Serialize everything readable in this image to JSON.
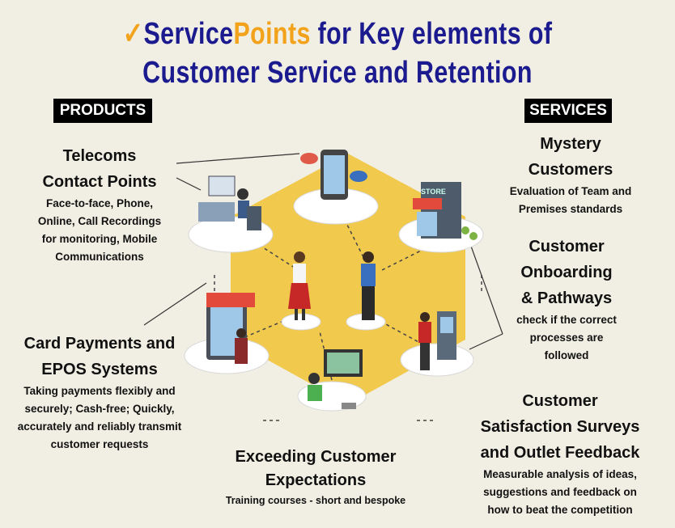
{
  "title": {
    "check": "✓",
    "brand_part1": "Service",
    "brand_part2": "Points",
    "line1_rest": " for Key elements of",
    "line2": "Customer Service and Retention"
  },
  "products_label": "PRODUCTS",
  "services_label": "SERVICES",
  "products": [
    {
      "heading": [
        "Telecoms",
        "Contact Points"
      ],
      "body": [
        "Face-to-face, Phone,",
        "Online, Call Recordings",
        "for monitoring, Mobile",
        "Communications"
      ]
    },
    {
      "heading": [
        "Card Payments and",
        "EPOS Systems"
      ],
      "body": [
        "Taking payments flexibly and",
        "securely; Cash-free; Quickly,",
        "accurately and reliably transmit",
        "customer requests"
      ]
    }
  ],
  "services": [
    {
      "heading": [
        "Mystery",
        "Customers"
      ],
      "body": [
        "Evaluation of Team and",
        "Premises standards"
      ]
    },
    {
      "heading": [
        "Customer",
        "Onboarding",
        "& Pathways"
      ],
      "body": [
        "check if the correct",
        "processes are",
        "followed"
      ]
    },
    {
      "heading": [
        "Customer",
        "Satisfaction Surveys",
        "and Outlet Feedback"
      ],
      "body": [
        "Measurable analysis of ideas,",
        "suggestions and feedback on",
        "how to beat the competition"
      ]
    }
  ],
  "center": {
    "heading": [
      "Exceeding Customer",
      "Expectations"
    ],
    "body": [
      "Training courses - short and bespoke"
    ]
  },
  "illustration": {
    "store_sign": "STORE"
  },
  "colors": {
    "title_blue": "#1b1b8f",
    "brand_orange": "#f2a21b",
    "hexagon": "#f0c94d",
    "background": "#f1efe3"
  }
}
